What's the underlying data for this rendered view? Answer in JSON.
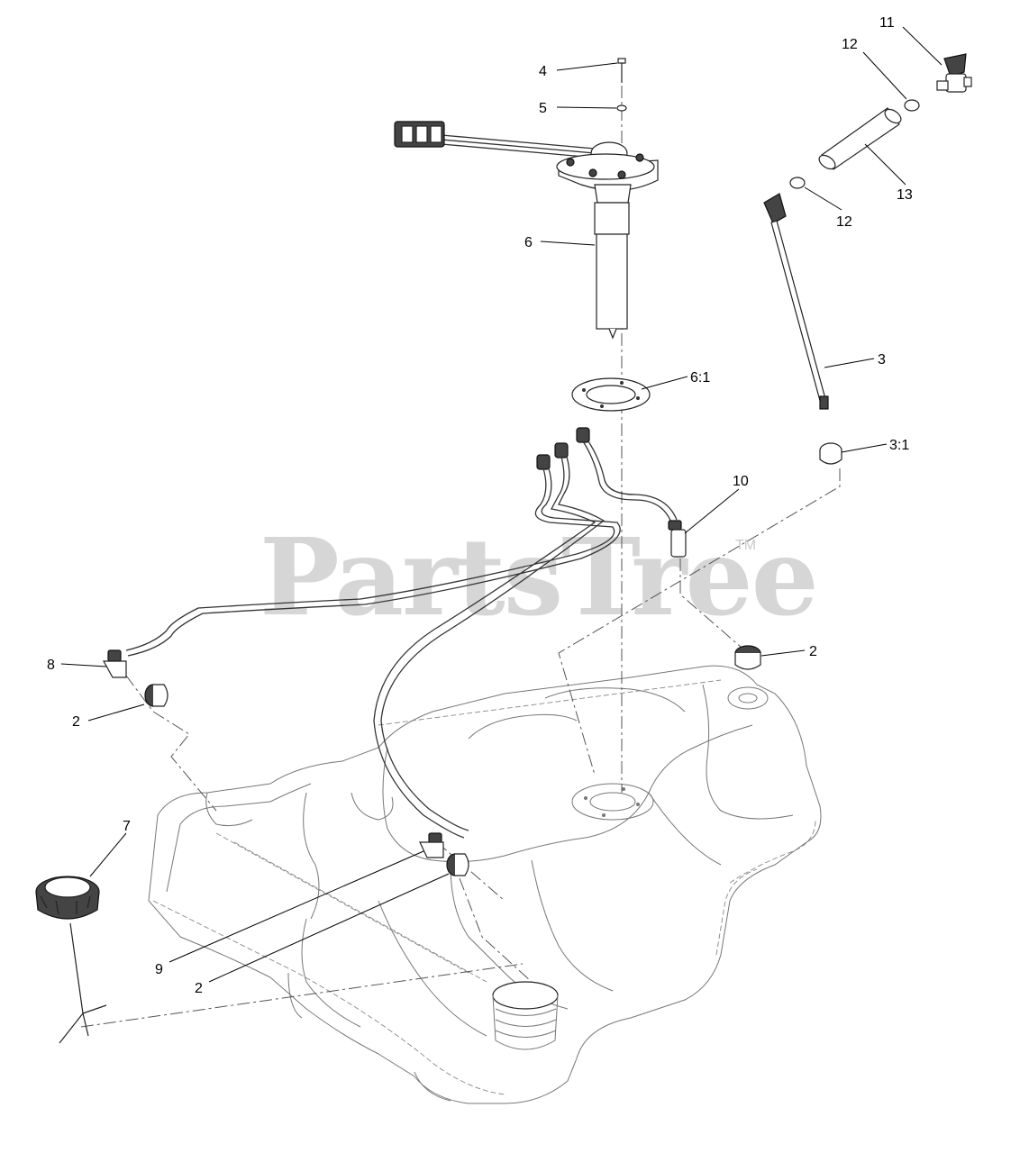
{
  "watermark": {
    "text": "PartsTree",
    "tm": "TM"
  },
  "callouts": [
    {
      "id": "4",
      "label": "4"
    },
    {
      "id": "5",
      "label": "5"
    },
    {
      "id": "6",
      "label": "6"
    },
    {
      "id": "6-1",
      "label": "6:1"
    },
    {
      "id": "11",
      "label": "11"
    },
    {
      "id": "12a",
      "label": "12"
    },
    {
      "id": "12b",
      "label": "12"
    },
    {
      "id": "13",
      "label": "13"
    },
    {
      "id": "3",
      "label": "3"
    },
    {
      "id": "3-1",
      "label": "3:1"
    },
    {
      "id": "10",
      "label": "10"
    },
    {
      "id": "2a",
      "label": "2"
    },
    {
      "id": "8",
      "label": "8"
    },
    {
      "id": "2b",
      "label": "2"
    },
    {
      "id": "7",
      "label": "7"
    },
    {
      "id": "9",
      "label": "9"
    },
    {
      "id": "2c",
      "label": "2"
    }
  ]
}
